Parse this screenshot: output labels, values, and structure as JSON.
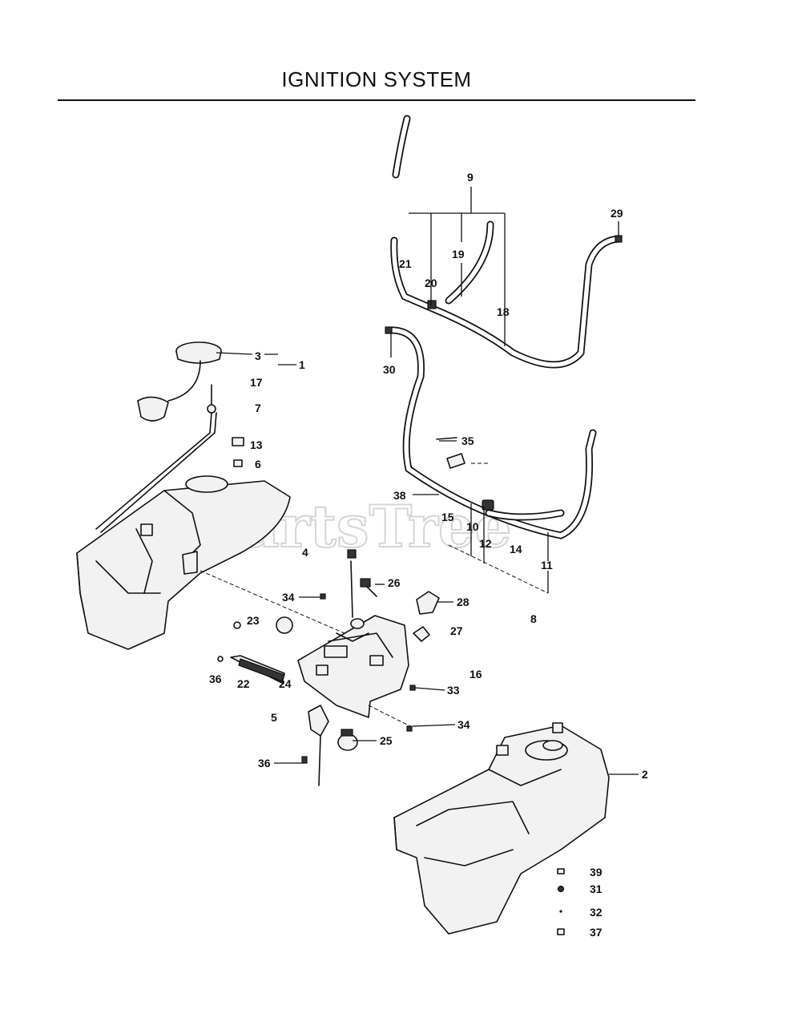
{
  "title": "IGNITION SYSTEM",
  "watermark": "PartsTree",
  "callouts": [
    "1",
    "2",
    "3",
    "4",
    "5",
    "6",
    "7",
    "8",
    "9",
    "10",
    "11",
    "12",
    "13",
    "14",
    "15",
    "16",
    "17",
    "18",
    "19",
    "20",
    "21",
    "22",
    "23",
    "24",
    "25",
    "26",
    "27",
    "28",
    "29",
    "30",
    "31",
    "32",
    "33",
    "34",
    "34",
    "35",
    "36",
    "36",
    "37",
    "38",
    "39"
  ]
}
